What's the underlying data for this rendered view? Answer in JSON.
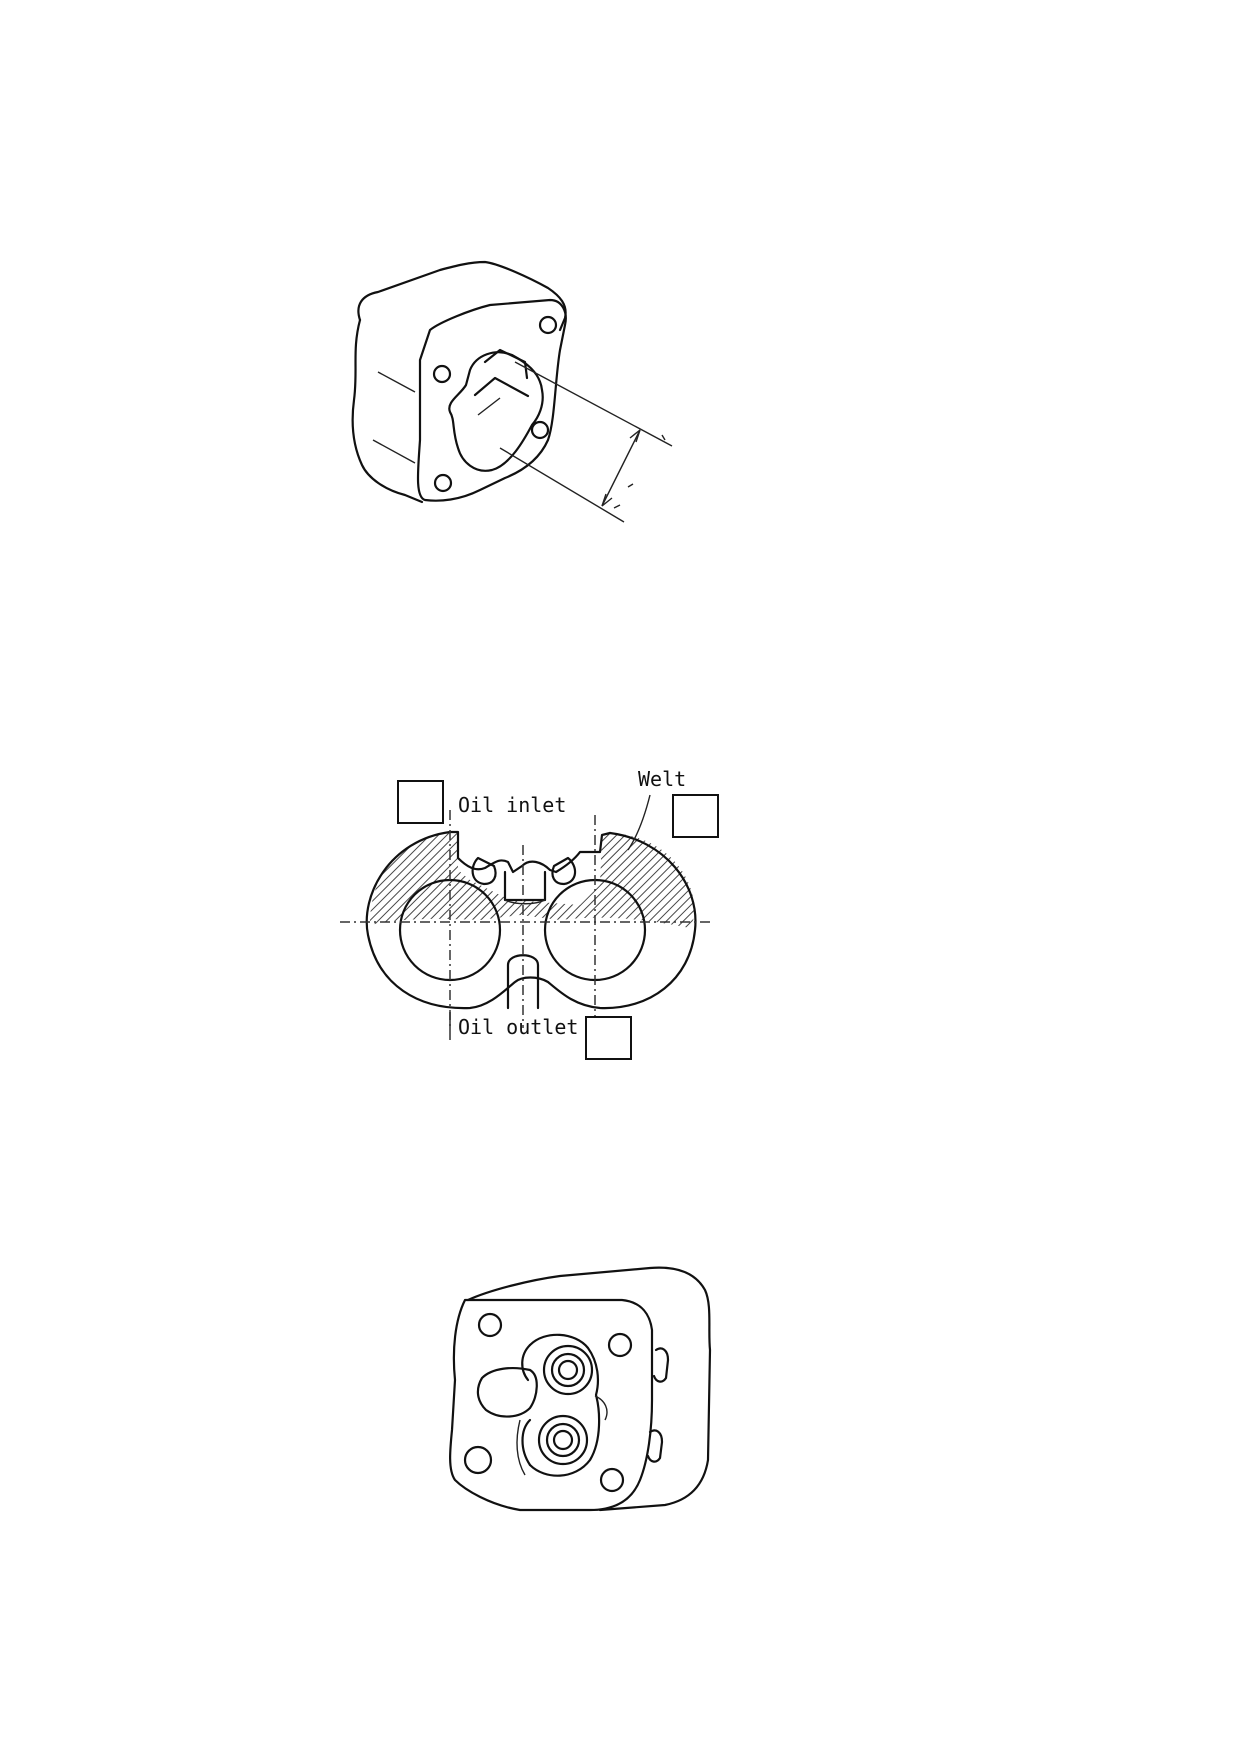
{
  "figure2": {
    "oil_inlet_label": "Oil inlet",
    "weld_label": "Welt",
    "oil_outlet_label": "Oil outlet"
  }
}
